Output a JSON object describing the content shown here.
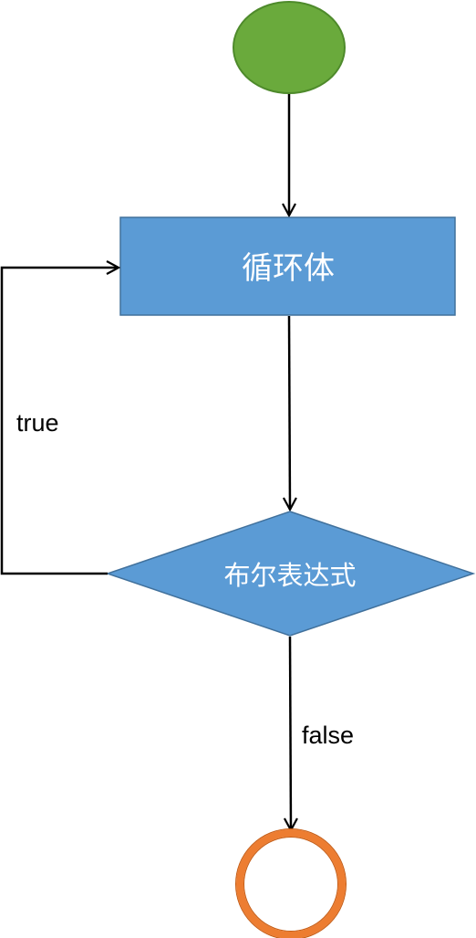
{
  "diagram": {
    "nodes": {
      "loop_body": {
        "label": "循环体"
      },
      "condition": {
        "label": "布尔表达式"
      }
    },
    "edges": {
      "true_label": "true",
      "false_label": "false"
    },
    "colors": {
      "start_fill": "#6aaa3c",
      "start_stroke": "#4e8a2b",
      "process_fill": "#5b9bd5",
      "process_stroke": "#41719c",
      "end_stroke": "#ed7d31",
      "end_inner_stroke": "#c55a11",
      "line": "#000000"
    }
  }
}
